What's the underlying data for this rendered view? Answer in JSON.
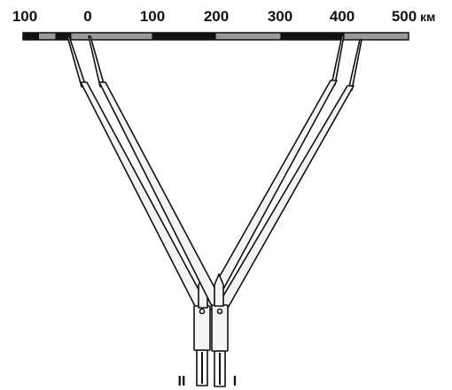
{
  "scale_bar": {
    "tick_labels": [
      "100",
      "0",
      "100",
      "200",
      "300",
      "400",
      "500"
    ],
    "unit": "км",
    "segment_colors": [
      "#111111",
      "#9a9a9a"
    ]
  },
  "caliper_labels": {
    "left": "II",
    "right": "I"
  },
  "colors": {
    "ink": "#111111",
    "gray": "#9a9a9a",
    "paper": "#ffffff",
    "arm_fill": "#f4f4f4"
  }
}
